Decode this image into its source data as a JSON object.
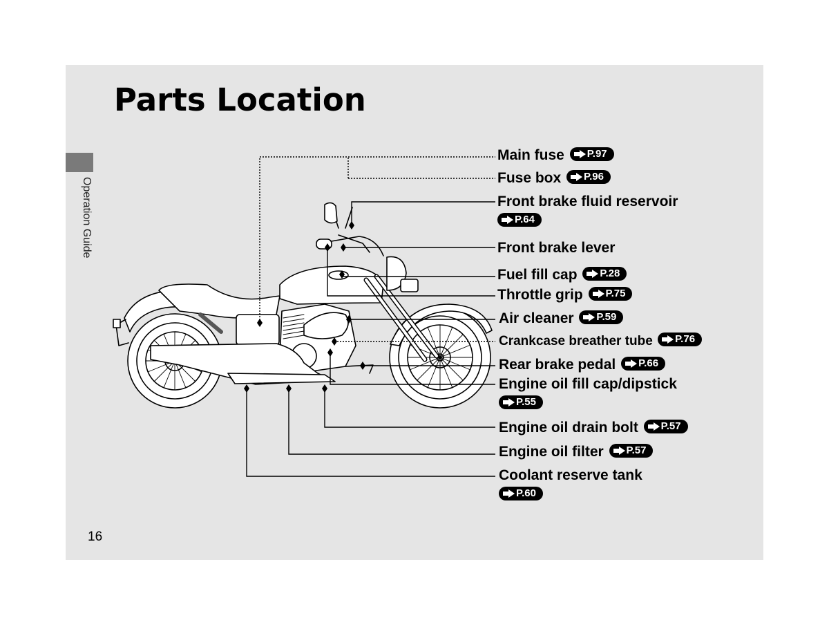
{
  "page": {
    "title": "Parts Location",
    "section": "Operation Guide",
    "page_number": "16"
  },
  "labels": [
    {
      "text": "Main fuse",
      "ref": "P.97"
    },
    {
      "text": "Fuse box",
      "ref": "P.96"
    },
    {
      "text": "Front brake fluid reservoir",
      "ref": "P.64"
    },
    {
      "text": "Front brake lever",
      "ref": ""
    },
    {
      "text": "Fuel fill cap",
      "ref": "P.28"
    },
    {
      "text": "Throttle grip",
      "ref": "P.75"
    },
    {
      "text": "Air cleaner",
      "ref": "P.59"
    },
    {
      "text": "Crankcase breather tube",
      "ref": "P.76"
    },
    {
      "text": "Rear brake pedal",
      "ref": "P.66"
    },
    {
      "text": "Engine oil fill cap/dipstick",
      "ref": "P.55"
    },
    {
      "text": "Engine oil drain bolt",
      "ref": "P.57"
    },
    {
      "text": "Engine oil filter",
      "ref": "P.57"
    },
    {
      "text": "Coolant reserve tank",
      "ref": "P.60"
    }
  ],
  "colors": {
    "page_background": "#e5e5e5",
    "tab": "#7a7a7a",
    "ref_badge": "#000000"
  }
}
